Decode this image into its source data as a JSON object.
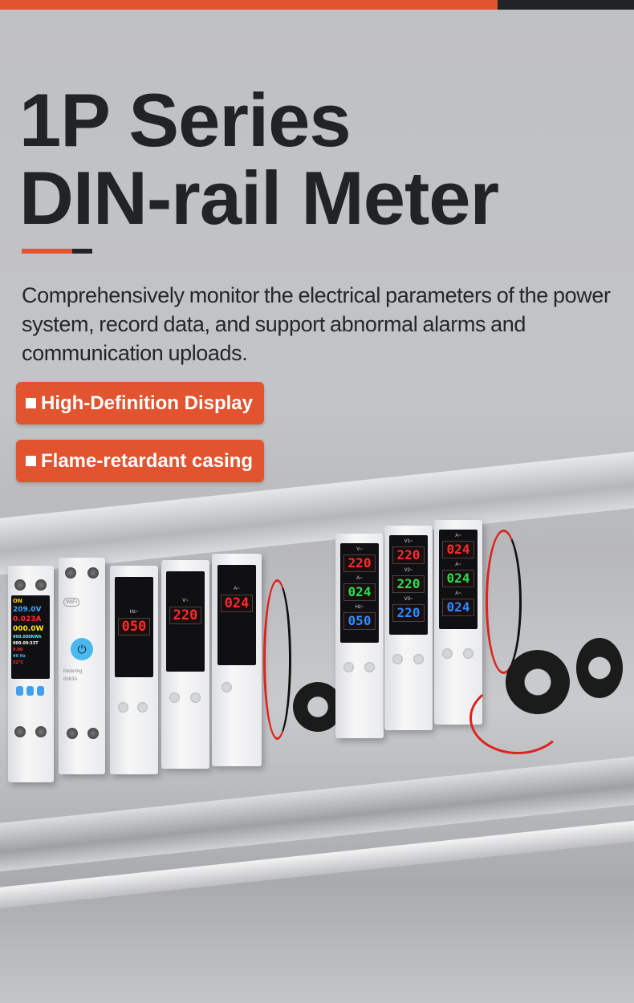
{
  "colors": {
    "accent": "#e2532f",
    "dark": "#222324"
  },
  "header": {
    "title_line1": "1P Series",
    "title_line2": "DIN-rail Meter"
  },
  "description": "Comprehensively monitor the electrical parameters of the power system, record data, and support abnormal alarms and communication uploads.",
  "badges": [
    {
      "label": "High-Definition Display"
    },
    {
      "label": "Flame-retardant casing"
    }
  ],
  "devices": {
    "lcd_meter": {
      "status": "ON",
      "voltage": "209.0V",
      "current": "0.023A",
      "power": "000.0W",
      "energy": "000.000KWh",
      "time": "000.00:33T",
      "cost": "0.00",
      "freq": "49 Hz",
      "temp": "32°C"
    },
    "wifi_meter": {
      "brand": "WiFi",
      "model": "Metering",
      "rating": "Ith63A"
    },
    "single": [
      {
        "unit": "Hz~",
        "value": "050"
      },
      {
        "unit": "V~",
        "value": "220"
      },
      {
        "unit": "A~",
        "value": "024"
      }
    ],
    "triple": [
      {
        "rows": [
          {
            "unit": "V~",
            "value": "220",
            "color": "#ff2a2a"
          },
          {
            "unit": "A~",
            "value": "024",
            "color": "#22e04a"
          },
          {
            "unit": "Hz~",
            "value": "050",
            "color": "#2a8cff"
          }
        ]
      },
      {
        "rows": [
          {
            "unit": "V1~",
            "value": "220",
            "color": "#ff2a2a"
          },
          {
            "unit": "V2~",
            "value": "220",
            "color": "#22e04a"
          },
          {
            "unit": "V3~",
            "value": "220",
            "color": "#2a8cff"
          }
        ]
      },
      {
        "rows": [
          {
            "unit": "A~",
            "value": "024",
            "color": "#ff2a2a"
          },
          {
            "unit": "A~",
            "value": "024",
            "color": "#22e04a"
          },
          {
            "unit": "A~",
            "value": "024",
            "color": "#2a8cff"
          }
        ]
      }
    ]
  }
}
